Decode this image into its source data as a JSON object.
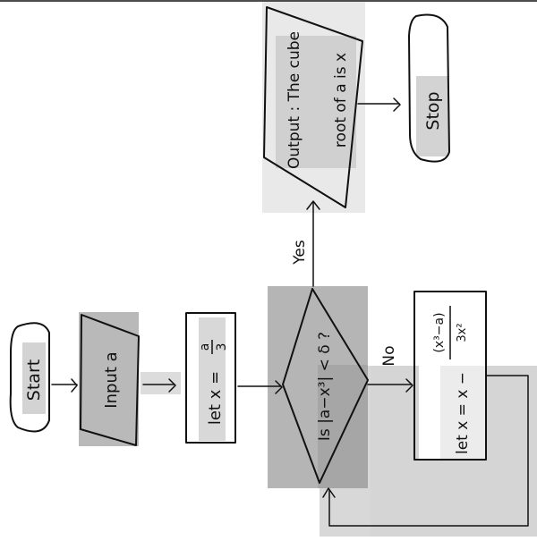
{
  "colors": {
    "ink": "#111111",
    "paper": "#ffffff",
    "shade_light": "#e9e9e9",
    "shade_mid": "#d8d8d8",
    "shade_dark": "#b9b9b9",
    "shade_darker": "#a9a9a9"
  },
  "nodes": {
    "start": "Start",
    "input": "Input a",
    "init_let": "let x = ",
    "init_num": "a",
    "init_den": "3",
    "decision": "Is |a−x³| < δ ?",
    "update_let": "let x = x − ",
    "update_num": "(x³−a)",
    "update_den": "3x²",
    "output_line1": "Output : The cube",
    "output_line2": "root of a is x",
    "stop": "Stop"
  },
  "edges": {
    "yes": "Yes",
    "no": "No"
  }
}
